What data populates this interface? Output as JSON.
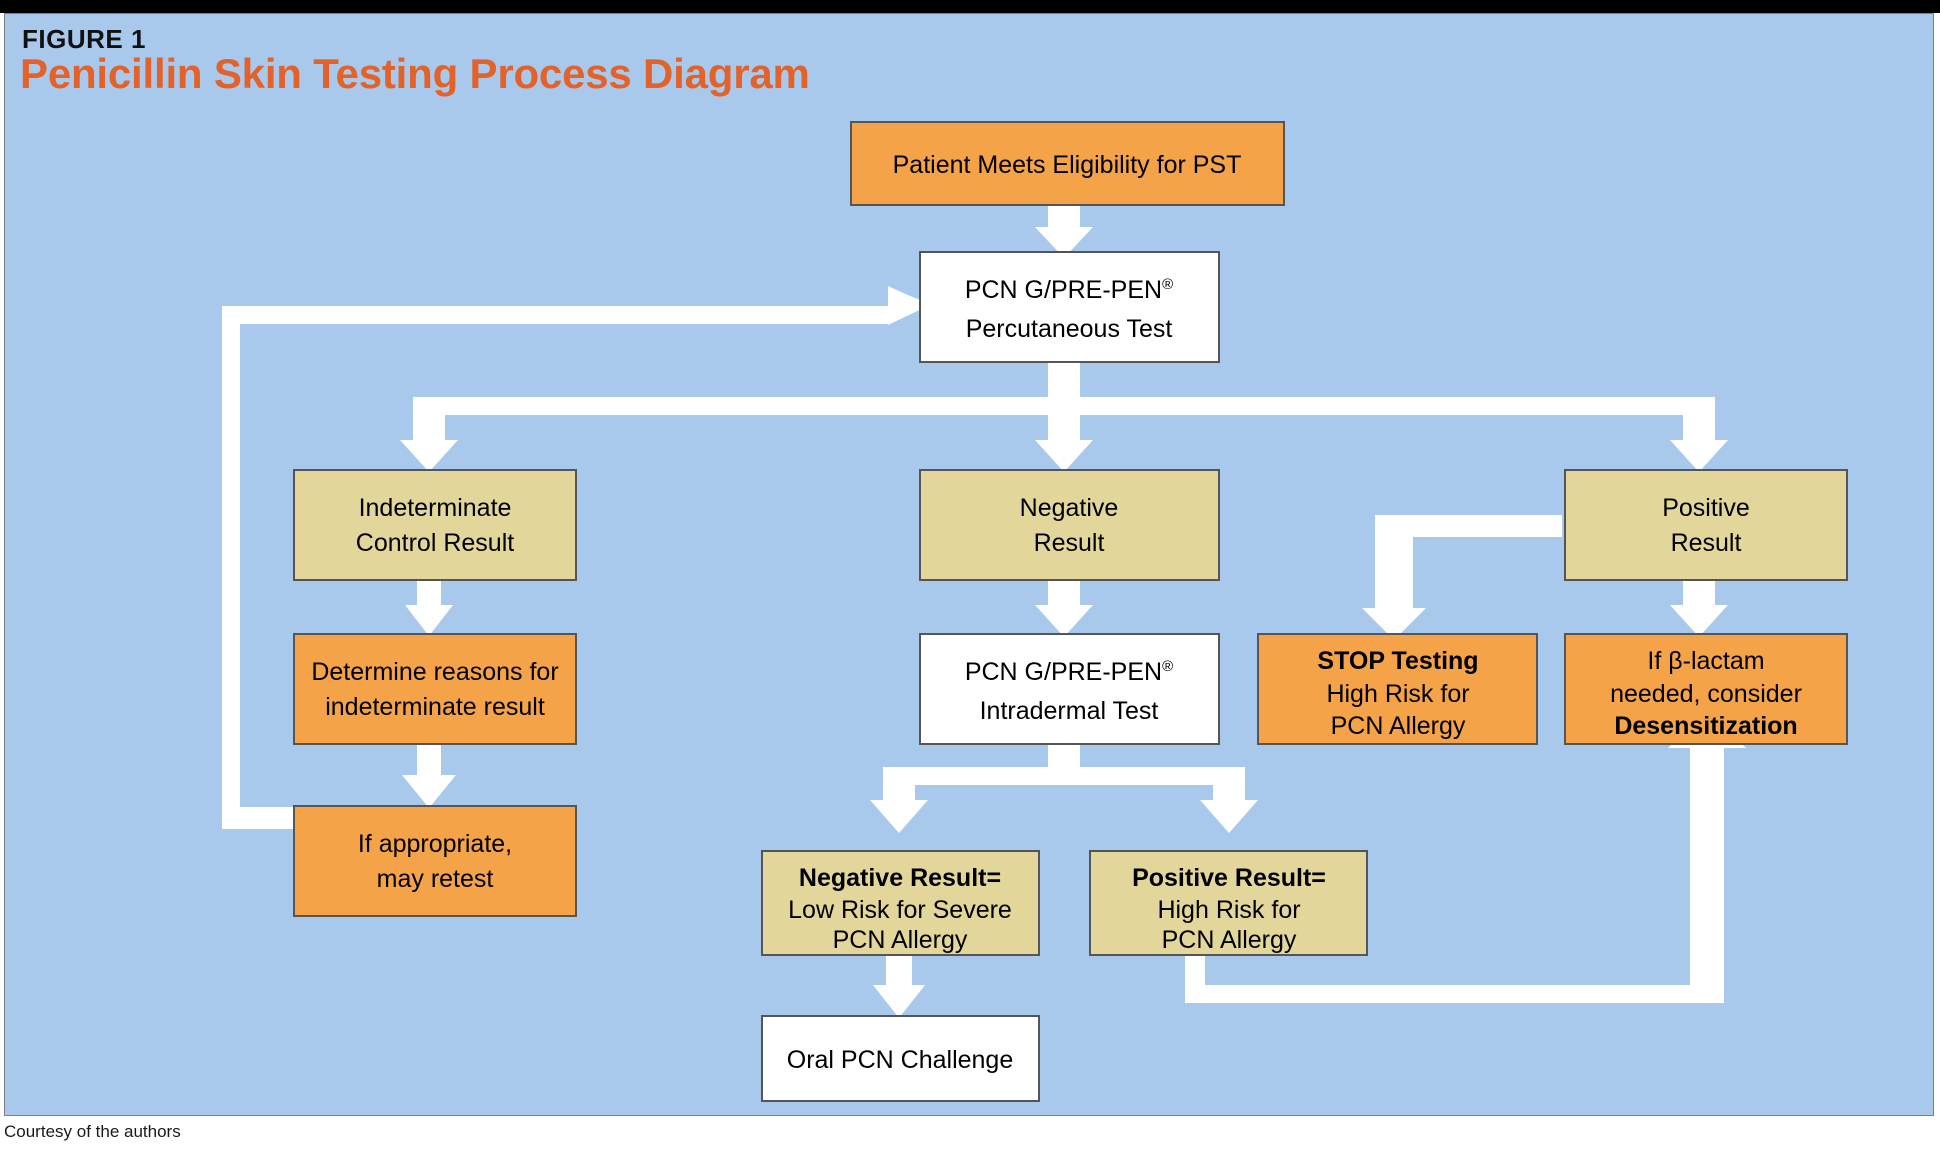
{
  "figure": {
    "label": "FIGURE 1",
    "title": "Penicillin Skin Testing Process Diagram",
    "credit": "Courtesy of the authors"
  },
  "colors": {
    "background": "#A8C9EC",
    "orange": "#F4A349",
    "khaki": "#E3D69A",
    "white": "#FFFFFF",
    "title_orange": "#E2622A",
    "box_border": "#555555",
    "top_bar": "#000000"
  },
  "chart_data": {
    "type": "flowchart",
    "title": "Penicillin Skin Testing Process Diagram",
    "nodes": [
      {
        "id": "n1",
        "lines": [
          "Patient Meets Eligibility for PST"
        ],
        "style": "orange"
      },
      {
        "id": "n2",
        "lines": [
          "PCN G/PRE-PEN®",
          "Percutaneous Test"
        ],
        "style": "white"
      },
      {
        "id": "n3",
        "lines": [
          "Indeterminate",
          "Control Result"
        ],
        "style": "khaki"
      },
      {
        "id": "n4",
        "lines": [
          "Negative",
          "Result"
        ],
        "style": "khaki"
      },
      {
        "id": "n5",
        "lines": [
          "Positive",
          "Result"
        ],
        "style": "khaki"
      },
      {
        "id": "n6",
        "lines": [
          "Determine reasons for",
          "indeterminate result"
        ],
        "style": "orange"
      },
      {
        "id": "n7",
        "lines": [
          "PCN G/PRE-PEN®",
          "Intradermal Test"
        ],
        "style": "white"
      },
      {
        "id": "n8",
        "lines": [
          "STOP Testing",
          "High Risk for",
          "PCN Allergy"
        ],
        "style": "orange"
      },
      {
        "id": "n9",
        "lines": [
          "If β-lactam",
          "needed, consider",
          "Desensitization"
        ],
        "style": "orange"
      },
      {
        "id": "n10",
        "lines": [
          "If appropriate,",
          "may retest"
        ],
        "style": "orange"
      },
      {
        "id": "n11",
        "lines": [
          "Negative Result=",
          "Low Risk for Severe",
          "PCN Allergy"
        ],
        "style": "khaki"
      },
      {
        "id": "n12",
        "lines": [
          "Positive Result=",
          "High Risk for",
          "PCN Allergy"
        ],
        "style": "khaki"
      },
      {
        "id": "n13",
        "lines": [
          "Oral PCN Challenge"
        ],
        "style": "white"
      }
    ],
    "edges": [
      {
        "from": "n1",
        "to": "n2",
        "kind": "down"
      },
      {
        "from": "n2",
        "to": "n3",
        "kind": "branch-down-left"
      },
      {
        "from": "n2",
        "to": "n4",
        "kind": "branch-down"
      },
      {
        "from": "n2",
        "to": "n5",
        "kind": "branch-down-right"
      },
      {
        "from": "n3",
        "to": "n6",
        "kind": "down"
      },
      {
        "from": "n6",
        "to": "n10",
        "kind": "down"
      },
      {
        "from": "n10",
        "to": "n2",
        "kind": "feedback-left-up-right"
      },
      {
        "from": "n4",
        "to": "n7",
        "kind": "down"
      },
      {
        "from": "n5",
        "to": "n8",
        "kind": "left-down"
      },
      {
        "from": "n5",
        "to": "n9",
        "kind": "down"
      },
      {
        "from": "n7",
        "to": "n11",
        "kind": "branch-down-left"
      },
      {
        "from": "n7",
        "to": "n12",
        "kind": "branch-down-right"
      },
      {
        "from": "n11",
        "to": "n13",
        "kind": "down"
      },
      {
        "from": "n12",
        "to": "n9",
        "kind": "feedback-down-right-up"
      }
    ]
  },
  "nodes": {
    "n1": {
      "l1": "Patient Meets Eligibility for PST"
    },
    "n2": {
      "l1": "PCN G/PRE-PEN",
      "sup": "®",
      "l2": "Percutaneous Test"
    },
    "n3": {
      "l1": "Indeterminate",
      "l2": "Control Result"
    },
    "n4": {
      "l1": "Negative",
      "l2": "Result"
    },
    "n5": {
      "l1": "Positive",
      "l2": "Result"
    },
    "n6": {
      "l1": "Determine reasons for",
      "l2": "indeterminate result"
    },
    "n7": {
      "l1": "PCN G/PRE-PEN",
      "sup": "®",
      "l2": "Intradermal Test"
    },
    "n8": {
      "l1": "STOP Testing",
      "l2": "High Risk for",
      "l3": "PCN Allergy"
    },
    "n9": {
      "l1": "If β-lactam",
      "l2": "needed, consider",
      "l3": "Desensitization"
    },
    "n10": {
      "l1": "If appropriate,",
      "l2": "may retest"
    },
    "n11": {
      "l1": "Negative Result=",
      "l2": "Low Risk for Severe",
      "l3": "PCN Allergy"
    },
    "n12": {
      "l1": "Positive Result=",
      "l2": "High Risk for",
      "l3": "PCN Allergy"
    },
    "n13": {
      "l1": "Oral PCN Challenge"
    }
  }
}
